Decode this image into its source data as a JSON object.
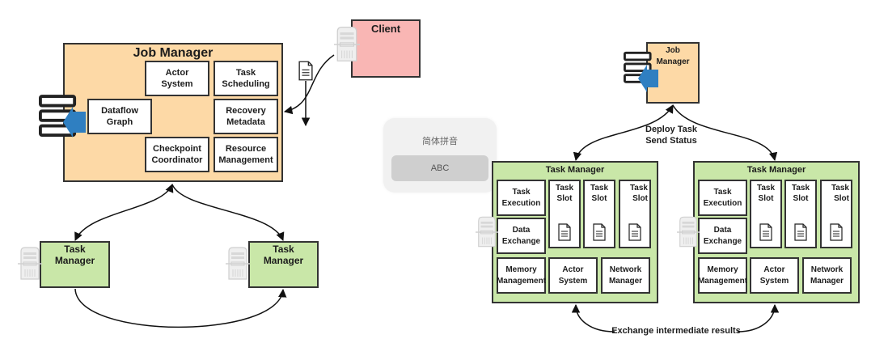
{
  "left_diagram": {
    "job_manager": {
      "title": "Job Manager",
      "components": {
        "actor_system": "Actor\nSystem",
        "task_scheduling": "Task\nScheduling",
        "dataflow_graph": "Dataflow\nGraph",
        "recovery_metadata": "Recovery\nMetadata",
        "checkpoint_coordinator": "Checkpoint\nCoordinator",
        "resource_management": "Resource\nManagement"
      }
    },
    "client": {
      "title": "Client"
    },
    "task_manager_1": {
      "title": "Task\nManager"
    },
    "task_manager_2": {
      "title": "Task\nManager"
    }
  },
  "ime_popup": {
    "title": "简体拼音",
    "option": "ABC"
  },
  "right_diagram": {
    "job_manager": {
      "title": "Job\nManager"
    },
    "edge_label_top": "Deploy Task\nSend Status",
    "edge_label_bottom": "Exchange intermediate results",
    "task_managers": [
      {
        "title": "Task Manager",
        "task_execution": "Task\nExecution",
        "data_exchange": "Data\nExchange",
        "slots": [
          "Task\nSlot",
          "Task\nSlot",
          "Task\nSlot"
        ],
        "memory_management": "Memory\nManagement",
        "actor_system": "Actor\nSystem",
        "network_manager": "Network\nManager"
      },
      {
        "title": "Task Manager",
        "task_execution": "Task\nExecution",
        "data_exchange": "Data\nExchange",
        "slots": [
          "Task\nSlot",
          "Task\nSlot",
          "Task\nSlot"
        ],
        "memory_management": "Memory\nManagement",
        "actor_system": "Actor\nSystem",
        "network_manager": "Network\nManager"
      }
    ]
  },
  "colors": {
    "job_manager_fill": "#fdd9a6",
    "task_manager_fill": "#c9e7a8",
    "client_fill": "#f9b6b4",
    "arrow_blue": "#2f7fc1",
    "stroke": "#333333"
  }
}
